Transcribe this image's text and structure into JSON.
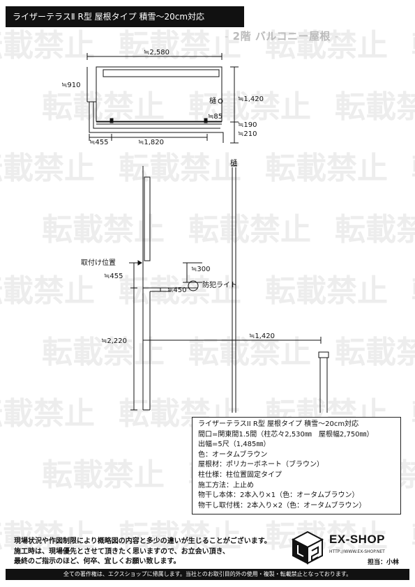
{
  "header": {
    "title": "ライザーテラスⅡ R型 屋根タイプ 積雪～20cm対応",
    "section_title": "2階 バルコニー屋根"
  },
  "watermark": {
    "text": "転載禁止"
  },
  "plan": {
    "width_label": "≒2,580",
    "left_depth_label": "≒910",
    "gutter_label": "樋",
    "right_depth_label": "≒1,420",
    "post_offset_label": "≒85",
    "front_label_1": "≒190",
    "front_label_2": "≒210",
    "bottom_left_label": "≒455",
    "bottom_span_label": "≒1,820"
  },
  "elevation": {
    "gutter_label": "樋",
    "mount_position_label": "取付け位置",
    "mount_offset_label": "≒455",
    "light_offset_label": "≒300",
    "light_label": "防犯ライト",
    "step_label": "≒450",
    "height_label": "≒2,220",
    "projection_label": "≒1,420"
  },
  "spec": {
    "lines": [
      "ライザーテラスII R型 屋根タイプ 積雪～20cm対応",
      "間口=関東間1.5間（柱芯々2,530㎜　屋根幅2,750㎜）",
      "出幅=5尺（1,485㎜）",
      "色：オータムブラウン",
      "屋根材：ポリカーボネート（ブラウン）",
      "柱仕様：柱位置固定タイプ",
      "施工方法：上止め",
      "物干し本体：2本入り×1（色：オータムブラウン）",
      "物干し取付桟：2本入り×2（色：オータムブラウン）"
    ]
  },
  "footer": {
    "note_lines": [
      "現場状況や作図制限により概略図の内容と多少の違いが生じることがございます。",
      "施工時は、現場優先とさせて頂きたく思いますので、お立会い頂き、",
      "最終のご指示のほど、何卒、宜しくお願い致します。"
    ],
    "copyright": "全ての著作権は、エクスショップに帰属します。当社とのお取引目的外の使用・複製・転載禁止となっております。",
    "logo_text": "EX-SHOP",
    "logo_url": "HTTP://WWW.EX-SHOP.NET",
    "staff": "担当：小林"
  },
  "colors": {
    "ink": "#111111",
    "watermark": "#ededed",
    "title_bar_bg": "#111111",
    "section_title": "#bbbbbb"
  }
}
